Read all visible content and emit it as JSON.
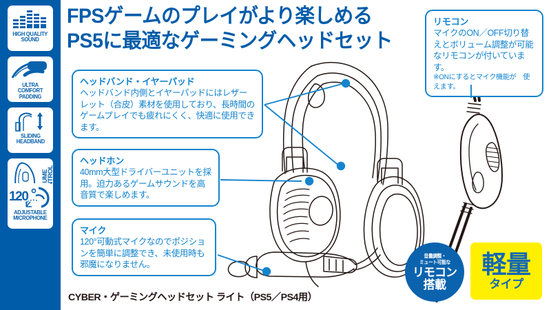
{
  "colors": {
    "rail_blue": "#005CA9",
    "headline_blue": "#005CA9",
    "callout_blue": "#1484CE",
    "seal_blue": "#0B63AE",
    "tag_yellow": "#FFF000",
    "tag_text_blue": "#1168B4",
    "caption_black": "#231815",
    "line_art": "#231815"
  },
  "sidebar": {
    "items": [
      {
        "icon": "equalizer-bars-icon",
        "label": "HIGH QUALITY\nSOUND"
      },
      {
        "icon": "ear-pad-cushion-icon",
        "label": "ULTRA COMFORT\nPADDING"
      },
      {
        "icon": "sliding-headband-arrow-icon",
        "label": "SLIDING\nHEADBAND"
      },
      {
        "icon": "inline-remote-icon",
        "label": "VOLUME\nCONTROL"
      },
      {
        "icon": "rotating-microphone-120-icon",
        "label": "ADJUSTABLE\nMICROPHONE"
      }
    ],
    "mic_badge_degrees": "120°"
  },
  "headline": {
    "line1": "FPSゲームのプレイがより楽しめる",
    "line2": "PS5に最適なゲーミングヘッドセット"
  },
  "callouts": [
    {
      "id": "headband-earpad",
      "title": "ヘッドバンド・イヤーパッド",
      "body": "ヘッドバンド内側とイヤーパッドにはレザーレット（合皮）素材を使用しており、長時間のゲームプレイでも疲れにくく、快適に使用できます。"
    },
    {
      "id": "headphone",
      "title": "ヘッドホン",
      "body": "40mm大型ドライバーユニットを採用。迫力あるゲームサウンドを高音質で楽しめます。"
    },
    {
      "id": "microphone",
      "title": "マイク",
      "body": "120°可動式マイクなのでポジションを簡単に調整でき、未使用時も邪魔になりません。"
    },
    {
      "id": "remote-control",
      "title": "リモコン",
      "body": "マイクのON／OFF切り替えとボリューム調整が可能なリモコンが付いています。",
      "note": "※ONにするとマイク機能が　使えます。"
    }
  ],
  "seal": {
    "line1": "音量調整・",
    "line2": "ミュート可能な",
    "line3": "リモコン",
    "line4": "搭載"
  },
  "tag": {
    "main": "軽量",
    "sub": "タイプ"
  },
  "caption": {
    "text": "CYBER・ゲーミングヘッドセット ライト（PS5／PS4用）"
  }
}
